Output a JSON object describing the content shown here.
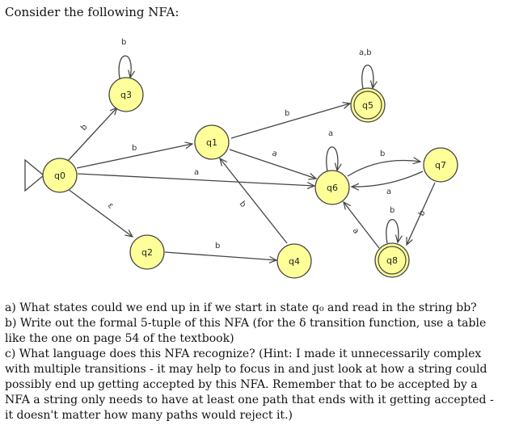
{
  "intro": "Consider the following NFA:",
  "states": {
    "q0": "q0",
    "q1": "q1",
    "q2": "q2",
    "q3": "q3",
    "q4": "q4",
    "q5": "q5",
    "q6": "q6",
    "q7": "q7",
    "q8": "q8"
  },
  "transitions": {
    "q3_loop": "b",
    "q5_loop": "a,b",
    "q6_loop": "a",
    "q8_loop": "b",
    "q0_q3": "b",
    "q0_q1": "b",
    "q0_q6": "a",
    "q0_q2": "ε",
    "q1_q5": "b",
    "q1_q6": "a",
    "q4_q1": "b",
    "q2_q4": "b",
    "q6_q7": "b",
    "q7_q6": "a",
    "q7_q8": "b",
    "q8_q6": "a"
  },
  "questions": {
    "a": "a) What states could we end up in if we start in state q₀ and read in the string bb?",
    "b": "b) Write out the formal 5-tuple of this NFA (for the δ transition function, use a table like the one on page 54 of the textbook)",
    "c": "c) What language does this NFA recognize? (Hint: I made it unnecessarily complex with multiple transitions - it may help to focus in and just look at how a string could possibly end up getting accepted by this NFA. Remember that to be accepted by a NFA a string only needs to have at least one path that ends with it getting accepted - it doesn't matter how many paths would reject it.)"
  },
  "colors": {
    "state_fill": "#ffff99",
    "stroke": "#444444"
  }
}
